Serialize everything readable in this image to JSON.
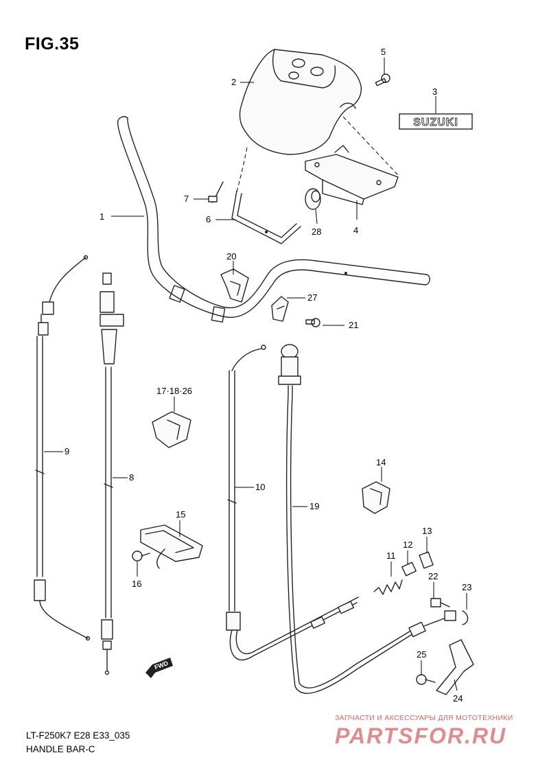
{
  "figure": {
    "title": "FIG.35",
    "model_code": "LT-F250K7 E28 E33_035",
    "section_name": "HANDLE BAR-C"
  },
  "logo_text": "SUZUKI",
  "fwd_label": "FWD",
  "callouts": [
    "1",
    "2",
    "3",
    "4",
    "5",
    "6",
    "7",
    "28",
    "20",
    "27",
    "21",
    "9",
    "8",
    "17·18·26",
    "10",
    "19",
    "14",
    "15",
    "16",
    "13",
    "12",
    "11",
    "22",
    "23",
    "25",
    "24"
  ],
  "watermark": {
    "tagline": "ЗАПЧАСТИ И АКСЕССУАРЫ ДЛЯ МОТОТЕХНИКИ",
    "brand": "PARTSFOR.RU"
  }
}
